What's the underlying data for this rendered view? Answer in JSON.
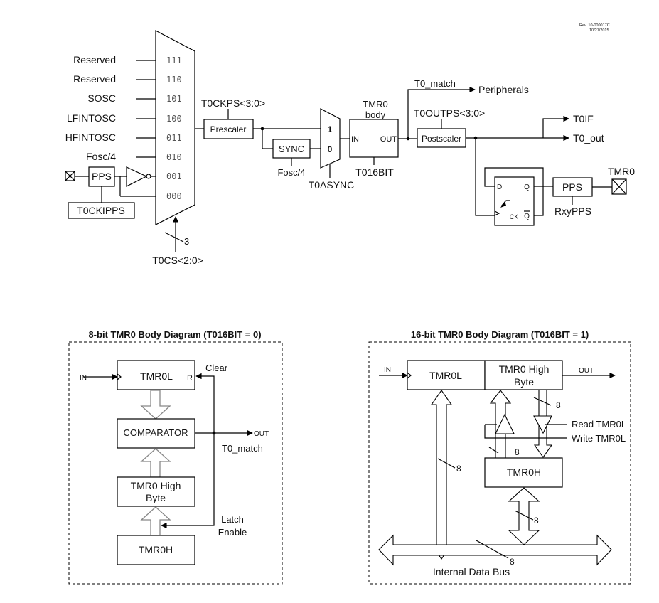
{
  "revision": {
    "line1": "Rev. 10-000017C",
    "line2": "10/27/2015"
  },
  "top_diagram": {
    "clock_mux": {
      "inputs": [
        {
          "label": "Reserved",
          "code": "111"
        },
        {
          "label": "Reserved",
          "code": "110"
        },
        {
          "label": "SOSC",
          "code": "101"
        },
        {
          "label": "LFINTOSC",
          "code": "100"
        },
        {
          "label": "HFINTOSC",
          "code": "011"
        },
        {
          "label": "Fosc/4",
          "code": "010"
        },
        {
          "label": "",
          "code": "001"
        },
        {
          "label": "",
          "code": "000"
        }
      ],
      "select_label": "T0CS<2:0>",
      "select_width": "3"
    },
    "pps_in": {
      "label": "PPS",
      "config": "T0CKIPPS"
    },
    "prescaler": {
      "label": "Prescaler",
      "config": "T0CKPS<3:0>"
    },
    "sync": {
      "label": "SYNC",
      "clock": "Fosc/4"
    },
    "async_mux": {
      "in1": "1",
      "in0": "0",
      "select": "T0ASYNC"
    },
    "tmr0_body": {
      "title1": "TMR0",
      "title2": "body",
      "in": "IN",
      "out": "OUT",
      "config": "T016BIT"
    },
    "t0_match": {
      "label": "T0_match",
      "dest": "Peripherals"
    },
    "postscaler": {
      "label": "Postscaler",
      "config": "T0OUTPS<3:0>"
    },
    "outputs": {
      "t0if": "T0IF",
      "t0_out": "T0_out"
    },
    "flipflop": {
      "d": "D",
      "q": "Q",
      "qbar": "Q",
      "ck": "CK"
    },
    "pps_out": {
      "label": "PPS",
      "config": "RxyPPS",
      "pin": "TMR0"
    }
  },
  "body_8bit": {
    "title": "8-bit TMR0 Body Diagram (T016BIT = 0)",
    "in": "IN",
    "tmr0l": "TMR0L",
    "reset": "R",
    "clear": "Clear",
    "comparator": "COMPARATOR",
    "out": "OUT",
    "t0_match": "T0_match",
    "high_byte_1": "TMR0 High",
    "high_byte_2": "Byte",
    "latch_1": "Latch",
    "latch_2": "Enable",
    "tmr0h": "TMR0H"
  },
  "body_16bit": {
    "title": "16-bit TMR0 Body Diagram (T016BIT = 1)",
    "in": "IN",
    "tmr0l": "TMR0L",
    "high_byte_1": "TMR0 High",
    "high_byte_2": "Byte",
    "out": "OUT",
    "read": "Read TMR0L",
    "write": "Write TMR0L",
    "tmr0h": "TMR0H",
    "bus_width": "8",
    "bus_label": "Internal Data Bus"
  }
}
